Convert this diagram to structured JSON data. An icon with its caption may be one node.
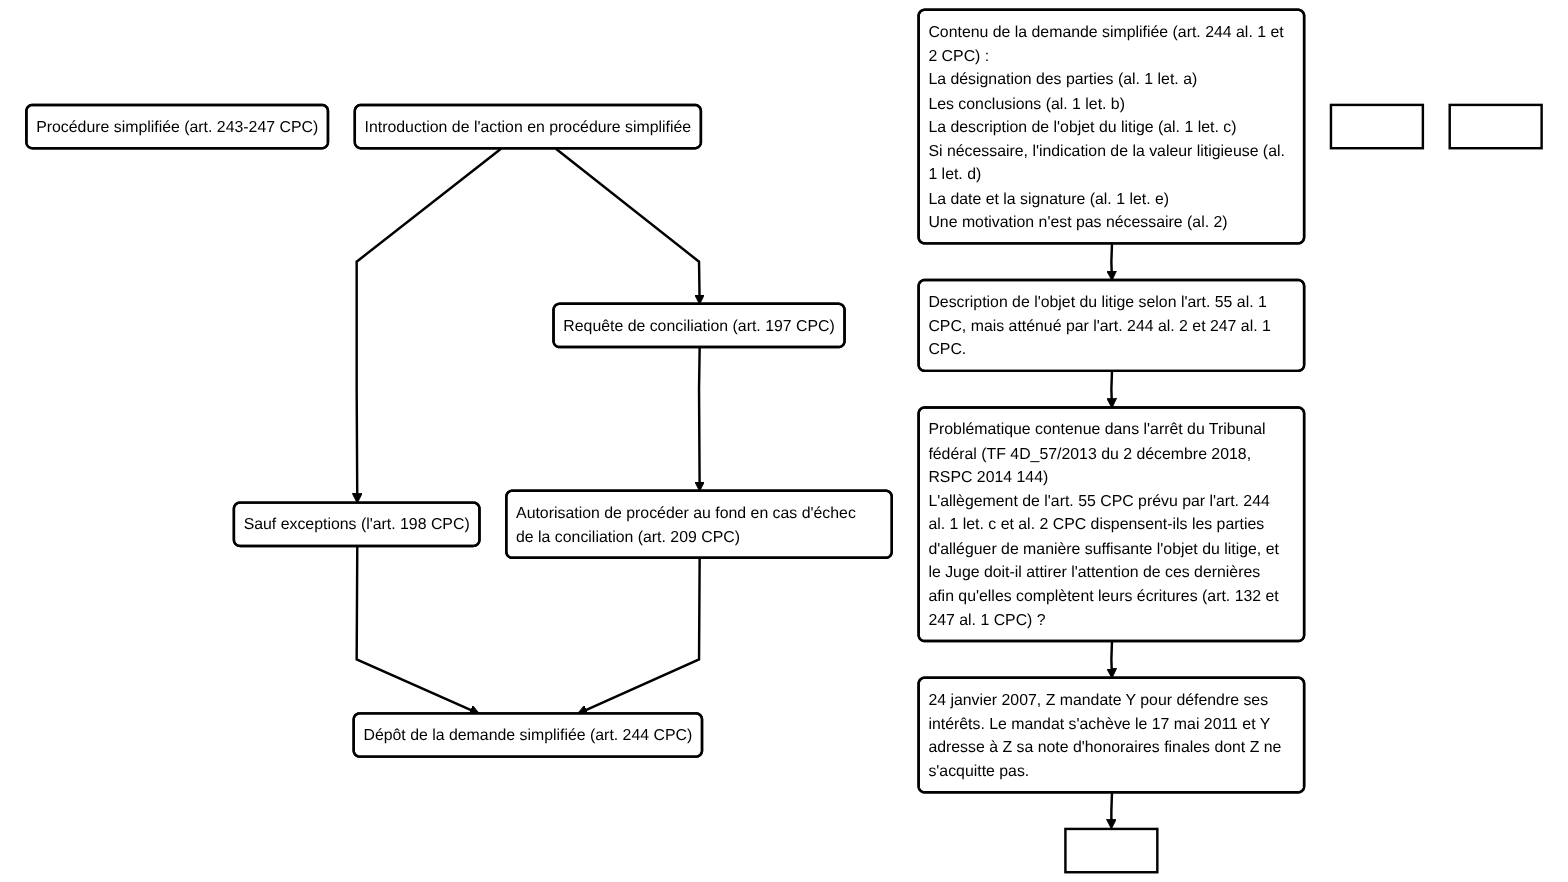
{
  "diagram": {
    "nodes": [
      {
        "text": [
          "Procédure simplifiée (art. 243-247 CPC)"
        ]
      },
      {
        "text": [
          "Introduction de l'action en procédure simplifiée"
        ]
      },
      {
        "text": [
          "Requête de conciliation (art. 197 CPC)"
        ]
      },
      {
        "text": [
          "Autorisation de procéder au fond en cas d'échec de la conciliation (art. 209 CPC)"
        ]
      },
      {
        "text": [
          "Sauf exceptions (l'art. 198 CPC)"
        ]
      },
      {
        "text": [
          "Dépôt de la demande simplifiée (art. 244 CPC)"
        ]
      },
      {
        "text": [
          "Contenu de la demande simplifiée (art. 244 al. 1 et 2 CPC) :",
          "La désignation des parties (al. 1 let. a)",
          "Les conclusions (al. 1 let. b)",
          "La description de l'objet du litige (al. 1 let. c)",
          "Si nécessaire, l'indication de la valeur litigieuse (al. 1 let. d)",
          "La date et la signature (al. 1 let. e)",
          "Une motivation n'est pas nécessaire (al. 2)"
        ]
      },
      {
        "text": [
          "Description de l'objet du litige selon l'art. 55 al. 1 CPC, mais atténué par l'art. 244 al. 2 et 247 al. 1 CPC."
        ]
      },
      {
        "text": [
          "Problématique contenue dans l'arrêt du Tribunal fédéral (TF 4D_57/2013 du 2 décembre 2018, RSPC 2014 144)",
          "L'allègement de l'art. 55 CPC prévu par l'art. 244 al. 1 let. c et al. 2 CPC dispensent-ils les parties d'alléguer de manière suffisante l'objet du litige, et le Juge doit-il attirer l'attention de ces dernières afin qu'elles complètent leurs écritures (art. 132 et 247 al. 1 CPC) ?"
        ]
      },
      {
        "text": [
          "24 janvier 2007, Z mandate Y pour défendre ses intérêts. Le mandat s'achève le 17 mai 2011 et Y adresse à Z sa note d'honoraires finales dont Z ne s'acquitte pas."
        ]
      },
      {
        "text": [],
        "shape": "box"
      },
      {
        "text": [],
        "shape": "box"
      },
      {
        "text": [],
        "shape": "box"
      }
    ],
    "edges": [
      {
        "from": 1,
        "to": 2,
        "arrow": "to"
      },
      {
        "from": 2,
        "to": 3,
        "arrow": "to"
      },
      {
        "from": 1,
        "to": 4,
        "arrow": "to"
      },
      {
        "from": 4,
        "to": 5,
        "arrow": "to"
      },
      {
        "from": 3,
        "to": 5,
        "arrow": "to"
      },
      {
        "from": 6,
        "to": 7,
        "arrow": "to"
      },
      {
        "from": 7,
        "to": 8,
        "arrow": "to"
      },
      {
        "from": 8,
        "to": 9,
        "arrow": "to"
      },
      {
        "from": 9,
        "to": 10,
        "arrow": "to"
      }
    ]
  }
}
